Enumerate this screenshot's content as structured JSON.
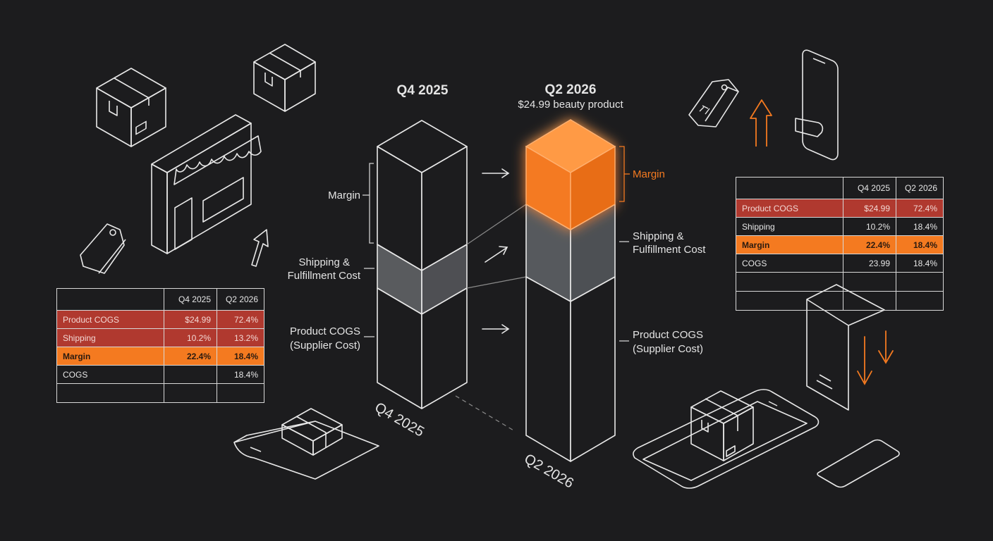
{
  "diagram": {
    "left_title": "Q4 2025",
    "right_title": "Q2 2026",
    "right_subtitle": "$24.99 beauty product",
    "left_base_label": "Q4 2025",
    "right_base_label": "Q2 2026",
    "left_labels": {
      "margin": "Margin",
      "shipping_line1": "Shipping &",
      "shipping_line2": "Fulfillment Cost",
      "cogs_line1": "Product COGS",
      "cogs_line2": "(Supplier Cost)"
    },
    "right_labels": {
      "margin": "Margin",
      "shipping_line1": "Shipping &",
      "shipping_line2": "Fulfillment Cost",
      "cogs_line1": "Product COGS",
      "cogs_line2": "(Supplier Cost)"
    }
  },
  "left_table": {
    "headers": [
      "",
      "Q4 2025",
      "Q2 2026"
    ],
    "rows": [
      [
        "Product COGS",
        "$24.99",
        "72.4%"
      ],
      [
        "Shipping",
        "10.2%",
        "13.2%"
      ],
      [
        "Margin",
        "22.4%",
        "18.4%"
      ],
      [
        "COGS",
        "",
        "18.4%"
      ]
    ]
  },
  "right_table": {
    "headers": [
      "",
      "Q4 2025",
      "Q2 2026"
    ],
    "rows": [
      [
        "Product COGS",
        "$24.99",
        "72.4%"
      ],
      [
        "Shipping",
        "10.2%",
        "18.4%"
      ],
      [
        "Margin",
        "22.4%",
        "18.4%"
      ],
      [
        "COGS",
        "23.99",
        "18.4%"
      ]
    ]
  },
  "colors": {
    "background": "#1c1c1e",
    "accent_orange": "#f47a20",
    "accent_red": "#b0392f",
    "line": "#e8e8e8",
    "shipping_gray": "#6a6d73"
  },
  "icons": [
    "package-box-icon",
    "storefront-icon",
    "price-tag-icon",
    "cursor-arrow-icon",
    "smartphone-icon",
    "up-arrow-icon",
    "down-arrow-icon",
    "tablet-icon",
    "shipping-scale-icon"
  ]
}
